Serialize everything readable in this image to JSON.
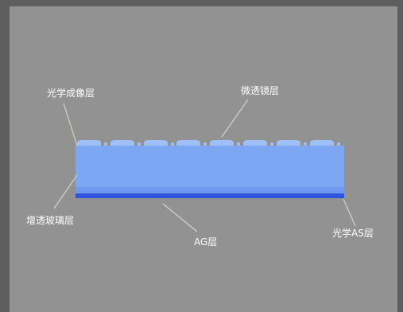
{
  "diagram": {
    "labels": {
      "optical_imaging": "光学成像层",
      "microlens": "微透镜层",
      "ar_glass": "增透玻璃层",
      "ag": "AG层",
      "optical_as": "光学AS层"
    },
    "colors": {
      "background": "#929292",
      "frame": "#5e5e5e",
      "main_layer": "#7da6f3",
      "lens_bumps": "#9fc0f6",
      "lower_band": "#6f98ef",
      "ag_strip": "#2f55e0",
      "leader_line": "#c9d9c9"
    }
  }
}
